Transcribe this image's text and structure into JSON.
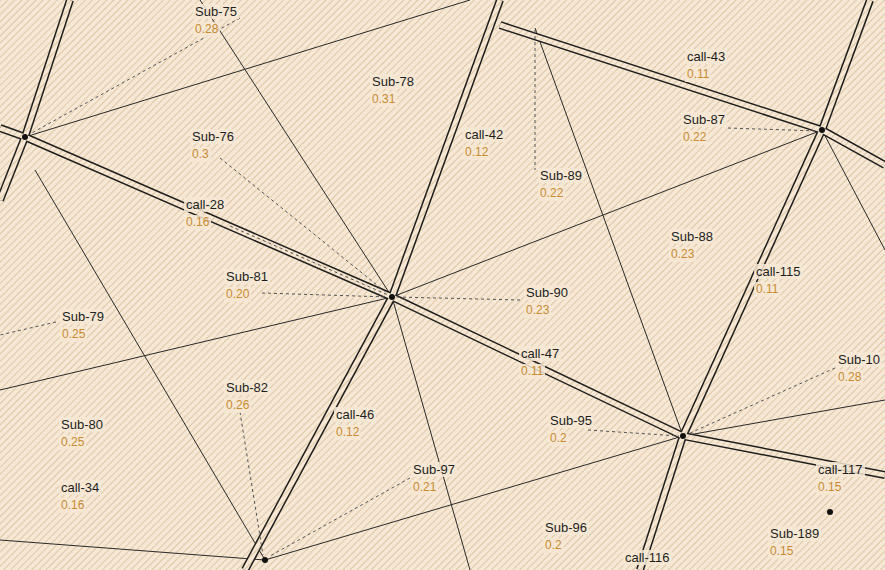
{
  "diagram": {
    "labels": [
      "Sub-75",
      "0.28",
      "Sub-78",
      "0.31",
      "call-43",
      "0.11",
      "Sub-87",
      "0.22",
      "Sub-76",
      "0.3",
      "call-42",
      "0.12",
      "Sub-89",
      "0.22",
      "call-28",
      "0.16",
      "Sub-88",
      "0.23",
      "call-115",
      "0.11",
      "Sub-81",
      "0.20",
      "Sub-90",
      "0.23",
      "Sub-79",
      "0.25",
      "call-47",
      "0.11",
      "Sub-10",
      "0.28",
      "Sub-82",
      "0.26",
      "Sub-80",
      "0.25",
      "call-46",
      "0.12",
      "Sub-95",
      "0.2",
      "Sub-97",
      "0.21",
      "call-117",
      "0.15",
      "call-34",
      "0.16",
      "Sub-96",
      "0.2",
      "Sub-189",
      "0.15",
      "call-116"
    ]
  }
}
